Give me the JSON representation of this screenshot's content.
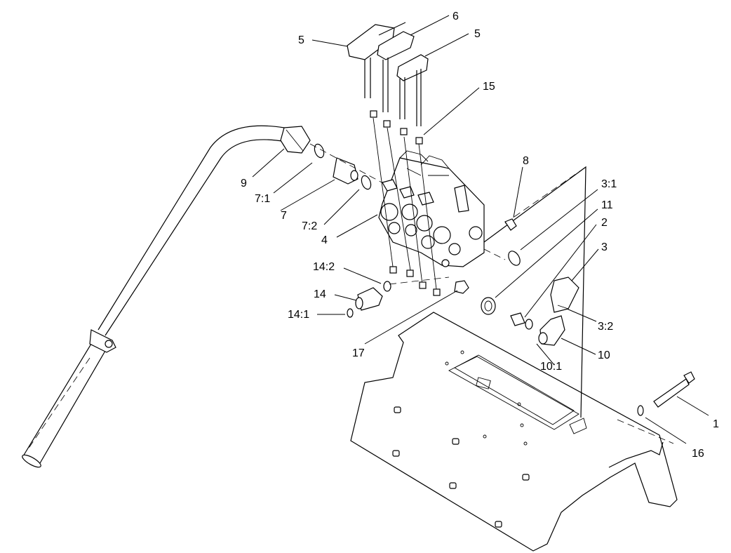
{
  "diagram": {
    "callouts": {
      "c6": "6",
      "c5a": "5",
      "c5b": "5",
      "c15": "15",
      "c8": "8",
      "c3_1": "3:1",
      "c11": "11",
      "c2": "2",
      "c3": "3",
      "c3_2": "3:2",
      "c10": "10",
      "c10_1": "10:1",
      "c9": "9",
      "c7_1": "7:1",
      "c7": "7",
      "c7_2": "7:2",
      "c4": "4",
      "c14_2": "14:2",
      "c14": "14",
      "c14_1": "14:1",
      "c17": "17",
      "c1": "1",
      "c16": "16"
    }
  }
}
